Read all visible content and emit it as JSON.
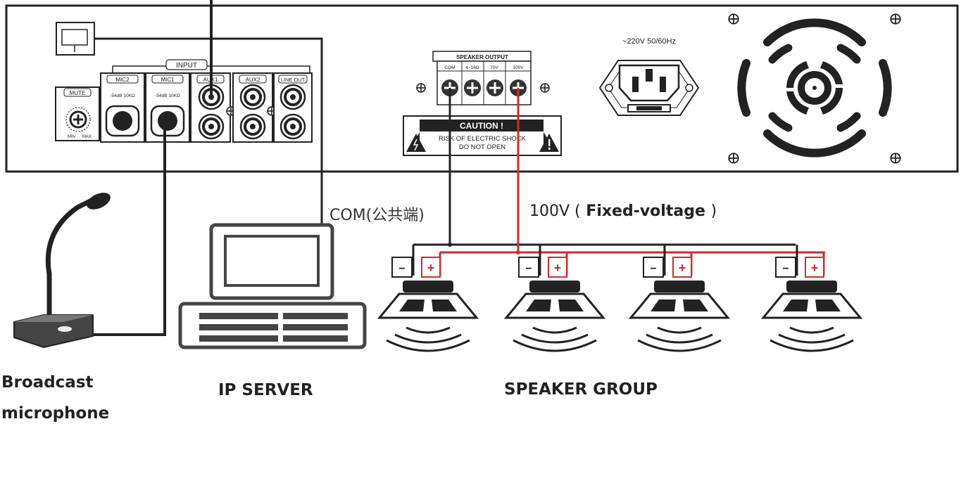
{
  "amplifier": {
    "input_label": "INPUT",
    "mute_label": "MUTE",
    "mute_min": "MIN",
    "mute_max": "MAX",
    "mic2_label": "MIC2",
    "mic1_label": "MIC1",
    "aux1_label": "AUX1",
    "aux2_label": "AUX2",
    "line_out_label": "LINE OUT",
    "mic_spec_2": "-54dB  10KΩ",
    "mic_spec_1": "-54dB  10KΩ",
    "speaker_output_label": "SPEAKER OUTPUT",
    "terminals": [
      "COM",
      "4~16Ω",
      "70V",
      "100V"
    ],
    "caution_title": "CAUTION !",
    "caution_line1": "RISK OF ELECTRIC SHOCK",
    "caution_line2": "DO NOT OPEN",
    "power_label": "~220V 50/60Hz"
  },
  "wires": {
    "com_label": "COM(公共端)",
    "voltage_prefix": "100V (",
    "voltage_bold": " Fixed-voltage ",
    "voltage_suffix": ")",
    "com_color": "#222222",
    "hot_color": "#d42a2a"
  },
  "devices": {
    "microphone_line1": "Broadcast",
    "microphone_line2": "microphone",
    "server": "IP SERVER",
    "speakers": "SPEAKER GROUP"
  },
  "speaker_group": {
    "count": 4,
    "minus_symbol": "−",
    "plus_symbol": "+"
  }
}
